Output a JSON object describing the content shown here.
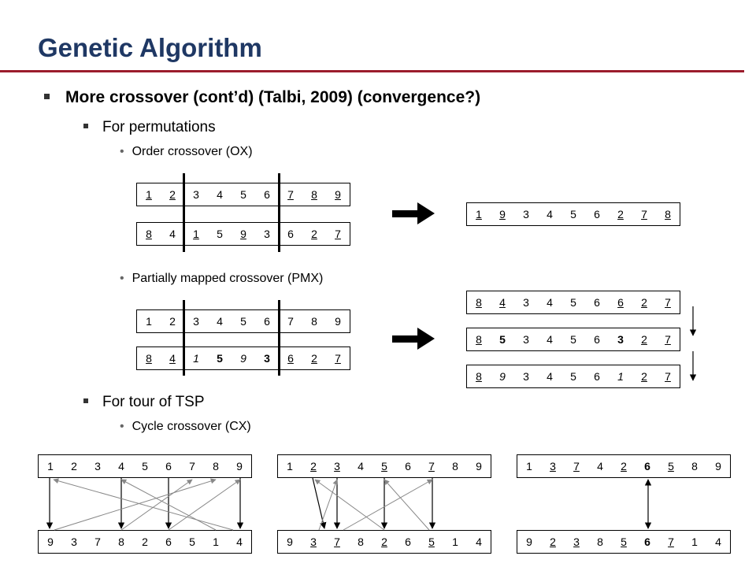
{
  "slide": {
    "title": "Genetic Algorithm",
    "bullet1": "More crossover (cont’d) (Talbi, 2009) (convergence?)",
    "sub1": "For permutations",
    "ox_label": "Order crossover (OX)",
    "pmx_label": "Partially mapped crossover (PMX)",
    "sub2": "For tour of TSP",
    "cx_label": "Cycle crossover (CX)"
  },
  "ox": {
    "p1": [
      {
        "v": "1",
        "s": "u"
      },
      {
        "v": "2",
        "s": "u"
      },
      {
        "v": "3",
        "s": ""
      },
      {
        "v": "4",
        "s": ""
      },
      {
        "v": "5",
        "s": ""
      },
      {
        "v": "6",
        "s": ""
      },
      {
        "v": "7",
        "s": "u"
      },
      {
        "v": "8",
        "s": "u"
      },
      {
        "v": "9",
        "s": "u"
      }
    ],
    "p2": [
      {
        "v": "8",
        "s": "u"
      },
      {
        "v": "4",
        "s": ""
      },
      {
        "v": "1",
        "s": "u"
      },
      {
        "v": "5",
        "s": ""
      },
      {
        "v": "9",
        "s": "u"
      },
      {
        "v": "3",
        "s": ""
      },
      {
        "v": "6",
        "s": ""
      },
      {
        "v": "2",
        "s": "u"
      },
      {
        "v": "7",
        "s": "u"
      }
    ],
    "child": [
      {
        "v": "1",
        "s": "u"
      },
      {
        "v": "9",
        "s": "u"
      },
      {
        "v": "3",
        "s": ""
      },
      {
        "v": "4",
        "s": ""
      },
      {
        "v": "5",
        "s": ""
      },
      {
        "v": "6",
        "s": ""
      },
      {
        "v": "2",
        "s": "u"
      },
      {
        "v": "7",
        "s": "u"
      },
      {
        "v": "8",
        "s": "u"
      }
    ]
  },
  "pmx": {
    "p1": [
      {
        "v": "1",
        "s": ""
      },
      {
        "v": "2",
        "s": ""
      },
      {
        "v": "3",
        "s": ""
      },
      {
        "v": "4",
        "s": ""
      },
      {
        "v": "5",
        "s": ""
      },
      {
        "v": "6",
        "s": ""
      },
      {
        "v": "7",
        "s": ""
      },
      {
        "v": "8",
        "s": ""
      },
      {
        "v": "9",
        "s": ""
      }
    ],
    "p2": [
      {
        "v": "8",
        "s": "u"
      },
      {
        "v": "4",
        "s": "u"
      },
      {
        "v": "1",
        "s": "i"
      },
      {
        "v": "5",
        "s": "b"
      },
      {
        "v": "9",
        "s": "i"
      },
      {
        "v": "3",
        "s": "b"
      },
      {
        "v": "6",
        "s": "u"
      },
      {
        "v": "2",
        "s": "u"
      },
      {
        "v": "7",
        "s": "u"
      }
    ],
    "c1": [
      {
        "v": "8",
        "s": "u"
      },
      {
        "v": "4",
        "s": "u"
      },
      {
        "v": "3",
        "s": ""
      },
      {
        "v": "4",
        "s": ""
      },
      {
        "v": "5",
        "s": ""
      },
      {
        "v": "6",
        "s": ""
      },
      {
        "v": "6",
        "s": "u"
      },
      {
        "v": "2",
        "s": "u"
      },
      {
        "v": "7",
        "s": "u"
      }
    ],
    "c2": [
      {
        "v": "8",
        "s": "u"
      },
      {
        "v": "5",
        "s": "b"
      },
      {
        "v": "3",
        "s": ""
      },
      {
        "v": "4",
        "s": ""
      },
      {
        "v": "5",
        "s": ""
      },
      {
        "v": "6",
        "s": ""
      },
      {
        "v": "3",
        "s": "b"
      },
      {
        "v": "2",
        "s": "u"
      },
      {
        "v": "7",
        "s": "u"
      }
    ],
    "c3": [
      {
        "v": "8",
        "s": "u"
      },
      {
        "v": "9",
        "s": "i"
      },
      {
        "v": "3",
        "s": ""
      },
      {
        "v": "4",
        "s": ""
      },
      {
        "v": "5",
        "s": ""
      },
      {
        "v": "6",
        "s": ""
      },
      {
        "v": "1",
        "s": "i"
      },
      {
        "v": "2",
        "s": "u"
      },
      {
        "v": "7",
        "s": "u"
      }
    ]
  },
  "cx": {
    "a_top": [
      {
        "v": "1",
        "s": ""
      },
      {
        "v": "2",
        "s": ""
      },
      {
        "v": "3",
        "s": ""
      },
      {
        "v": "4",
        "s": ""
      },
      {
        "v": "5",
        "s": ""
      },
      {
        "v": "6",
        "s": ""
      },
      {
        "v": "7",
        "s": ""
      },
      {
        "v": "8",
        "s": ""
      },
      {
        "v": "9",
        "s": ""
      }
    ],
    "a_bot": [
      {
        "v": "9",
        "s": ""
      },
      {
        "v": "3",
        "s": ""
      },
      {
        "v": "7",
        "s": ""
      },
      {
        "v": "8",
        "s": ""
      },
      {
        "v": "2",
        "s": ""
      },
      {
        "v": "6",
        "s": ""
      },
      {
        "v": "5",
        "s": ""
      },
      {
        "v": "1",
        "s": ""
      },
      {
        "v": "4",
        "s": ""
      }
    ],
    "b_top": [
      {
        "v": "1",
        "s": ""
      },
      {
        "v": "2",
        "s": "u"
      },
      {
        "v": "3",
        "s": "u"
      },
      {
        "v": "4",
        "s": ""
      },
      {
        "v": "5",
        "s": "u"
      },
      {
        "v": "6",
        "s": ""
      },
      {
        "v": "7",
        "s": "u"
      },
      {
        "v": "8",
        "s": ""
      },
      {
        "v": "9",
        "s": ""
      }
    ],
    "b_bot": [
      {
        "v": "9",
        "s": ""
      },
      {
        "v": "3",
        "s": "u"
      },
      {
        "v": "7",
        "s": "u"
      },
      {
        "v": "8",
        "s": ""
      },
      {
        "v": "2",
        "s": "u"
      },
      {
        "v": "6",
        "s": ""
      },
      {
        "v": "5",
        "s": "u"
      },
      {
        "v": "1",
        "s": ""
      },
      {
        "v": "4",
        "s": ""
      }
    ],
    "c_top": [
      {
        "v": "1",
        "s": ""
      },
      {
        "v": "3",
        "s": "u"
      },
      {
        "v": "7",
        "s": "u"
      },
      {
        "v": "4",
        "s": ""
      },
      {
        "v": "2",
        "s": "u"
      },
      {
        "v": "6",
        "s": "b"
      },
      {
        "v": "5",
        "s": "u"
      },
      {
        "v": "8",
        "s": ""
      },
      {
        "v": "9",
        "s": ""
      }
    ],
    "c_bot": [
      {
        "v": "9",
        "s": ""
      },
      {
        "v": "2",
        "s": "u"
      },
      {
        "v": "3",
        "s": "u"
      },
      {
        "v": "8",
        "s": ""
      },
      {
        "v": "5",
        "s": "u"
      },
      {
        "v": "6",
        "s": "b"
      },
      {
        "v": "7",
        "s": "u"
      },
      {
        "v": "1",
        "s": ""
      },
      {
        "v": "4",
        "s": ""
      }
    ]
  },
  "colors": {
    "title": "#1f3864",
    "rule": "#9b1c2c",
    "arrow_gray": "#888888"
  }
}
